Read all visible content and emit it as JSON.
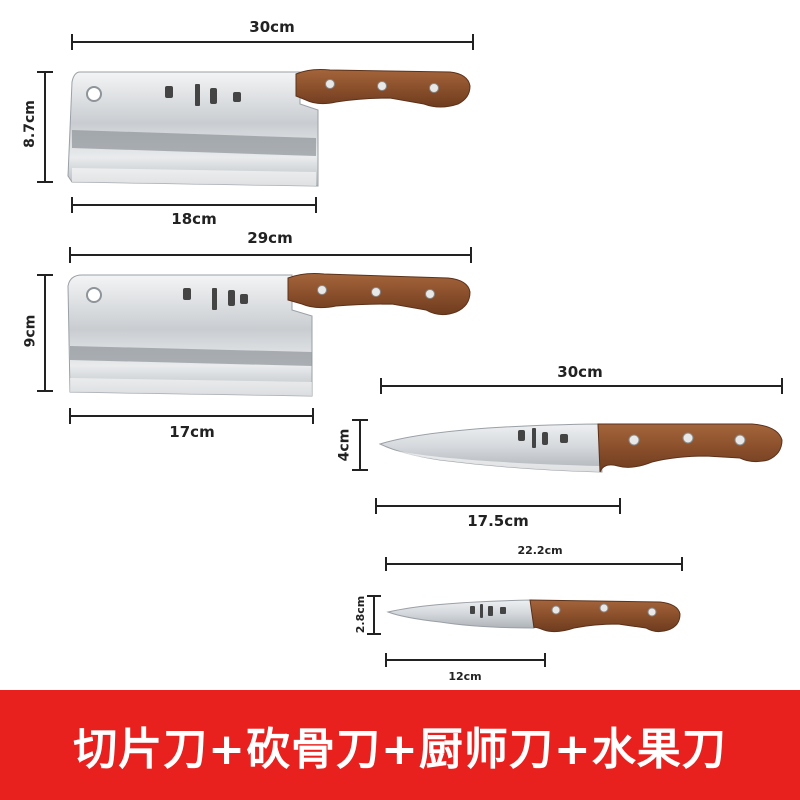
{
  "knives": [
    {
      "name": "slicing-cleaver",
      "length": "30cm",
      "blade_length": "18cm",
      "blade_height": "8.7cm"
    },
    {
      "name": "bone-chopper",
      "length": "29cm",
      "blade_length": "17cm",
      "blade_height": "9cm"
    },
    {
      "name": "chef-knife",
      "length": "30cm",
      "blade_length": "17.5cm",
      "blade_height": "4cm"
    },
    {
      "name": "fruit-knife",
      "length": "22.2cm",
      "blade_length": "12cm",
      "blade_height": "2.8cm"
    }
  ],
  "banner": {
    "text": "切片刀+砍骨刀+厨师刀+水果刀"
  },
  "colors": {
    "banner": "#e8201e",
    "banner_text": "#ffffff",
    "handle": "#8b4f2c",
    "blade": "#d9dcdf"
  }
}
